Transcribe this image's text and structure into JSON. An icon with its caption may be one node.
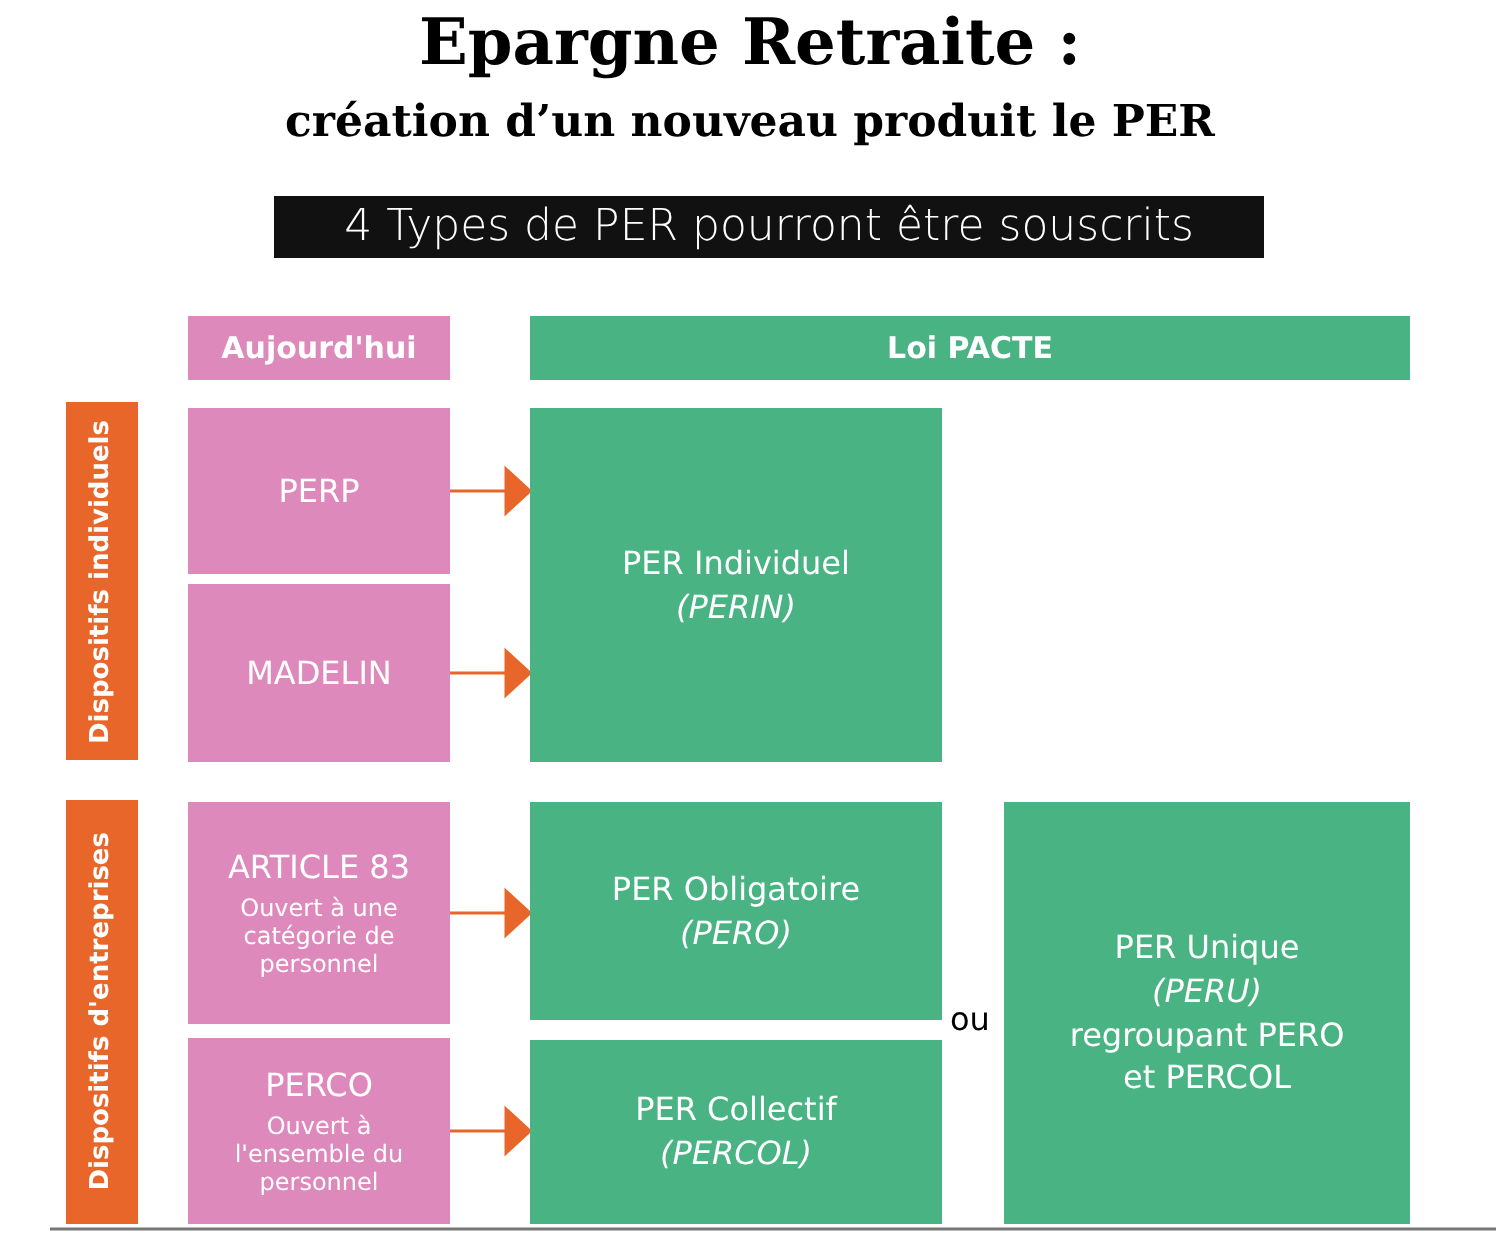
{
  "diagram": {
    "title": "Epargne Retraite :",
    "nodes": [
      {
        "text": [
          "Aujourd'hui"
        ]
      },
      {
        "text": [
          "Loi PACTE"
        ]
      },
      {
        "text": [
          "Dispositifs individuels"
        ]
      },
      {
        "text": [
          "PERP"
        ]
      },
      {
        "text": [
          "MADELIN"
        ]
      },
      {
        "text": [
          "PER Individuel",
          "*(PERIN)*"
        ]
      },
      {
        "text": [
          "Dispositifs d'entreprises"
        ]
      },
      {
        "text": [
          "ARTICLE 83",
          "Ouvert à une catégorie de personnel"
        ]
      },
      {
        "text": [
          "PER  Obligatoire",
          "*(PERO)*"
        ]
      },
      {
        "text": [
          "PER Unique",
          "*(PERU)*",
          "regroupant PERO et PERCOL"
        ]
      },
      {
        "text": [
          "PERCO",
          "Ouvert à l'ensemble du personnel"
        ]
      },
      {
        "text": [
          "PER Collectif",
          "*(PERCOL)*"
        ]
      }
    ],
    "edges": [
      {
        "from": 3,
        "to": 5,
        "arrow": "to"
      },
      {
        "from": 4,
        "to": 5,
        "arrow": "to"
      },
      {
        "from": 7,
        "to": 8,
        "arrow": "to"
      },
      {
        "from": 10,
        "to": 11,
        "arrow": "to"
      }
    ],
    "labels": [
      "création d’un nouveau produit le PER",
      "4 Types de PER pourront être souscrits",
      "ou"
    ]
  }
}
